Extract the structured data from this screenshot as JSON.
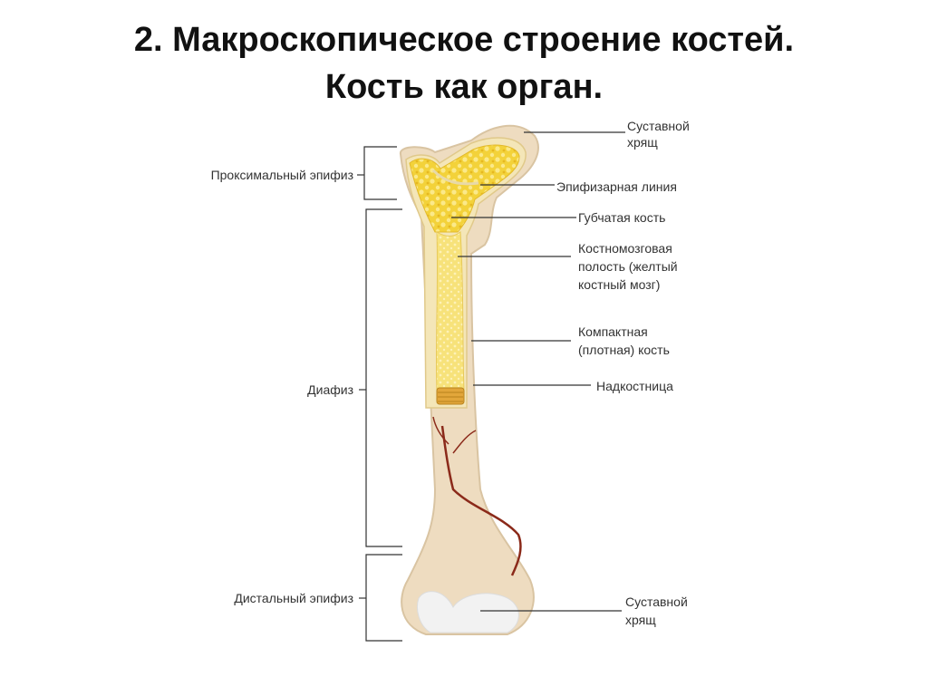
{
  "title": {
    "line1": "2. Макроскопическое строение костей.",
    "line2": "Кость как орган."
  },
  "labels_left": {
    "proximal_epiphysis": "Проксимальный эпифиз",
    "diaphysis": "Диафиз",
    "distal_epiphysis": "Дистальный эпифиз"
  },
  "labels_right": {
    "articular_cartilage_top_1": "Суставной",
    "articular_cartilage_top_2": "хрящ",
    "epiphyseal_line": "Эпифизарная линия",
    "spongy_bone": "Губчатая кость",
    "marrow_cavity_1": "Костномозговая",
    "marrow_cavity_2": "полость (желтый",
    "marrow_cavity_3": "костный мозг)",
    "compact_bone_1": "Компактная",
    "compact_bone_2": "(плотная) кость",
    "periosteum": "Надкостница",
    "articular_cartilage_bottom_1": "Суставной",
    "articular_cartilage_bottom_2": "хрящ"
  },
  "colors": {
    "bone": "#eedcc0",
    "bone_outline": "#d9c4a2",
    "spongy": "#f3d23a",
    "marrow": "#f7e27a",
    "cartilage": "#f2f2f2",
    "vessel": "#8b2a1a",
    "line": "#333333"
  }
}
